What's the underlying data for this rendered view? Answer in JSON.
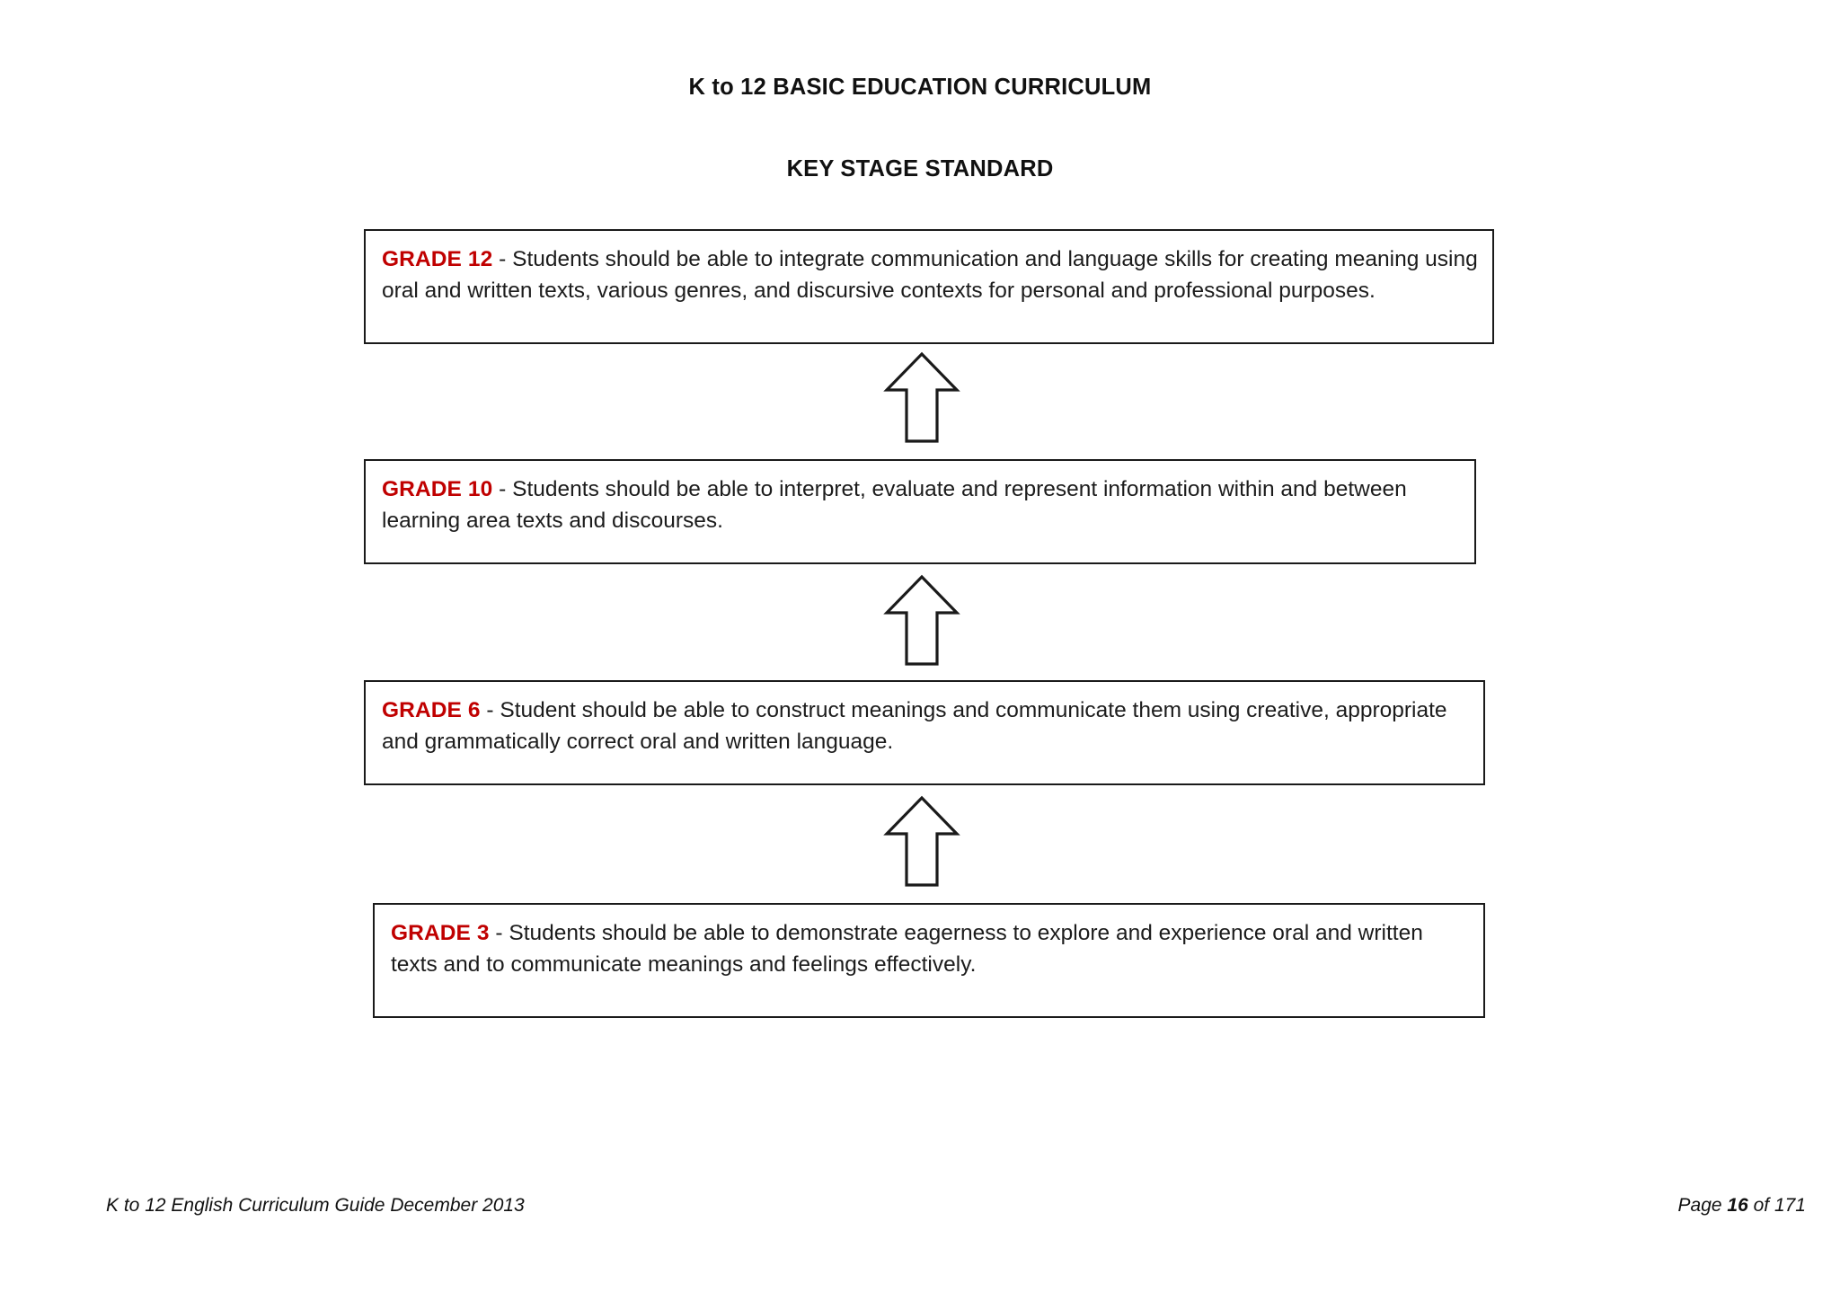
{
  "document": {
    "title": "K to 12 BASIC EDUCATION CURRICULUM",
    "subtitle": "KEY STAGE STANDARD"
  },
  "theme": {
    "grade_label_color": "#C00000",
    "text_color": "#1c1c1c",
    "box_border_color": "#1a1a1a",
    "background": "#ffffff"
  },
  "standards": [
    {
      "grade_label": "GRADE 12",
      "separator": " - ",
      "body": "Students should be able to integrate communication and language skills for creating meaning using oral and written texts, various genres, and discursive contexts for personal and professional purposes."
    },
    {
      "grade_label": "GRADE 10",
      "separator": " - ",
      "body": "Students should be able to interpret, evaluate and represent information within and between learning area texts and discourses."
    },
    {
      "grade_label": "GRADE 6",
      "separator": " - ",
      "body": "Student should be able to construct meanings and communicate them using creative, appropriate and grammatically correct oral and written language."
    },
    {
      "grade_label": "GRADE 3",
      "separator": " - ",
      "body": "Students should be able to demonstrate eagerness to explore and experience oral and written texts and to communicate meanings and feelings effectively."
    }
  ],
  "arrows": [
    {
      "name": "arrow-grade10-to-grade12",
      "direction": "up"
    },
    {
      "name": "arrow-grade6-to-grade10",
      "direction": "up"
    },
    {
      "name": "arrow-grade3-to-grade6",
      "direction": "up"
    }
  ],
  "footer": {
    "left": "K to 12 English Curriculum Guide December 2013",
    "page_prefix": "Page ",
    "page_number": "16",
    "page_suffix": " of 171"
  }
}
